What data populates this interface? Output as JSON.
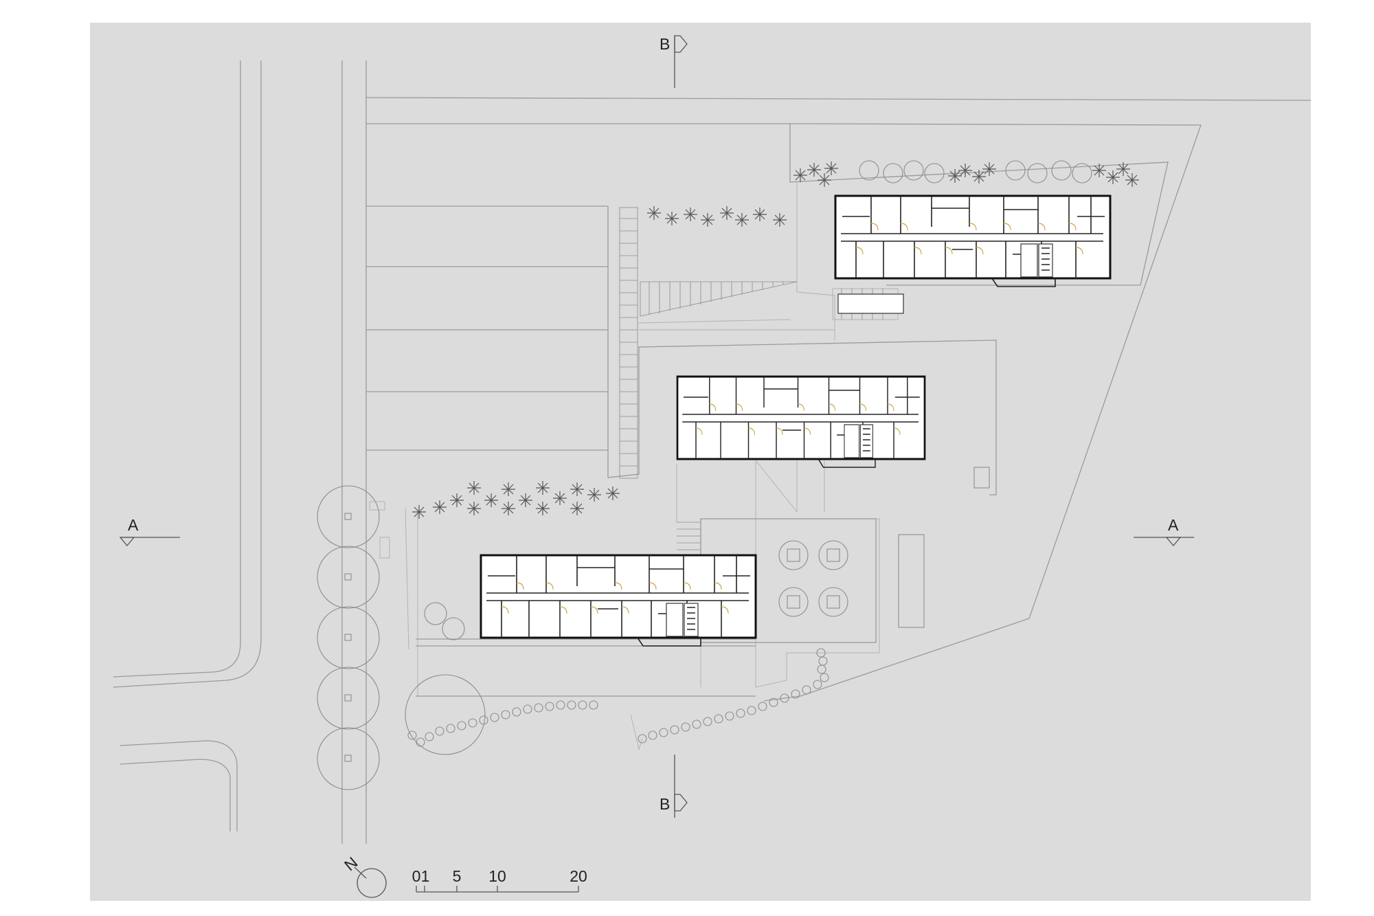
{
  "drawing": {
    "type": "architectural site plan",
    "colors": {
      "background": "#dcdcdc",
      "linework": "#9a9a9a",
      "building_walls": "#111111",
      "door_swings": "#c9a84a"
    }
  },
  "section_markers": {
    "top": "B",
    "bottom": "B",
    "left": "A",
    "right": "A"
  },
  "north_arrow": {
    "label": "N",
    "icon": "north-arrow-icon"
  },
  "scale_bar": {
    "ticks": [
      "0",
      "1",
      "5",
      "10",
      "20"
    ]
  }
}
